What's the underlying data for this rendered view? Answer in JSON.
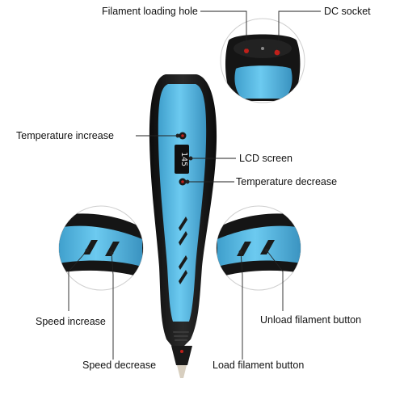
{
  "labels": {
    "filament_loading_hole": "Filament loading hole",
    "dc_socket": "DC socket",
    "temperature_increase": "Temperature increase",
    "lcd_screen": "LCD screen",
    "temperature_decrease": "Temperature decrease",
    "speed_increase": "Speed increase",
    "speed_decrease": "Speed decrease",
    "unload_filament_button": "Unload filament button",
    "load_filament_button": "Load filament button"
  },
  "lcd_reading": "145",
  "colors": {
    "pen_body": "#5ab8e2",
    "pen_shell": "#151515",
    "leader_line": "#222222",
    "button_red": "#c0201a"
  }
}
